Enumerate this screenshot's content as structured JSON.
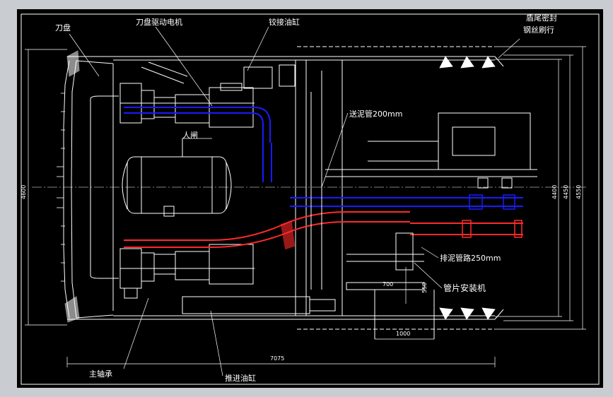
{
  "colors": {
    "background": "#000000",
    "frame": "#c9ccd0",
    "line": "#ffffff",
    "feed_pipe": "#1a1aff",
    "discharge_pipe": "#ff2a2a"
  },
  "labels": {
    "cutter_head": "刀盘",
    "cutter_drive_motor": "刀盘驱动电机",
    "articulation_cylinder": "铰接油缸",
    "tail_seal_1": "盾尾密封",
    "tail_seal_2": "钢丝刷行",
    "man_lock": "人闸",
    "feed_pipe": "送泥管200mm",
    "discharge_pipe": "排泥管路250mm",
    "segment_erector": "管片安装机",
    "main_bearing": "主轴承",
    "thrust_cylinder": "推进油缸"
  },
  "dimensions": {
    "overall_length": "7075",
    "left_height": "4600",
    "right_height_1": "4400",
    "right_height_2": "4450",
    "right_height_3": "4550",
    "erector_width": "700",
    "erector_height": "550",
    "bottom_span": "1000"
  }
}
